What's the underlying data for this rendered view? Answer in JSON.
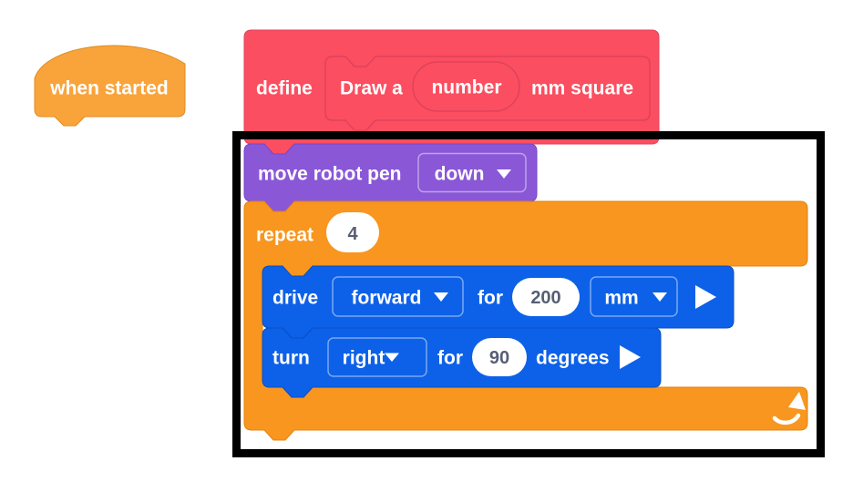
{
  "colors": {
    "events_yellow": "#F9A43B",
    "my_blocks_pink": "#FB4E60",
    "pen_purple": "#8A57D7",
    "control_orange": "#F8961F",
    "drivetrain_blue": "#0D61E8",
    "input_text_gray": "#575E75",
    "highlight_black": "#000000"
  },
  "hat_block": {
    "label": "when started"
  },
  "define_block": {
    "keyword": "define",
    "name_prefix": "Draw a",
    "parameter": "number",
    "name_suffix": "mm square"
  },
  "move_pen_block": {
    "label": "move robot pen",
    "selected_option": "down"
  },
  "repeat_block": {
    "label": "repeat",
    "count": "4"
  },
  "drive_block": {
    "label": "drive",
    "direction": "forward",
    "for_label": "for",
    "distance": "200",
    "unit": "mm"
  },
  "turn_block": {
    "label": "turn",
    "direction": "right",
    "for_label": "for",
    "angle": "90",
    "unit_label": "degrees"
  },
  "icons": {
    "dropdown_chevron": "chevron-down",
    "run_arrow": "play-triangle",
    "repeat_arrow": "loop-arrow"
  }
}
